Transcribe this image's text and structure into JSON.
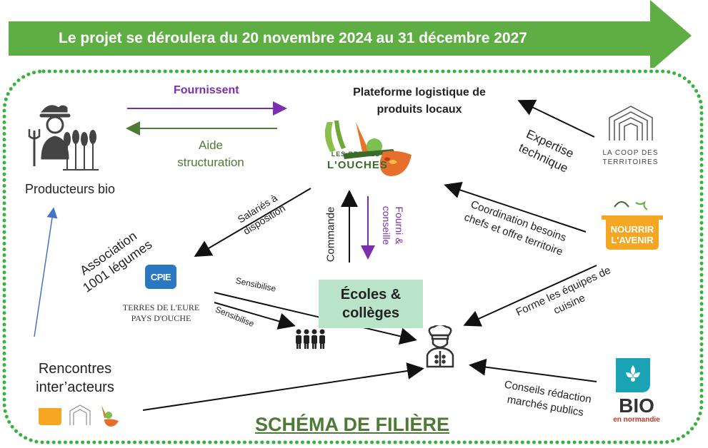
{
  "banner": {
    "text": "Le projet se déroulera du 20 novembre 2024 au 31 décembre 2027"
  },
  "nodes": {
    "producers": "Producteurs bio",
    "platform_line1": "Plateforme logistique de",
    "platform_line2": "produits locaux",
    "schools_line1": "Écoles &",
    "schools_line2": "collèges",
    "association_line1": "Association",
    "association_line2": "1001 légumes",
    "rencontres_line1": "Rencontres",
    "rencontres_line2": "inter’acteurs"
  },
  "flows": {
    "fournissent": "Fournissent",
    "aide_line1": "Aide",
    "aide_line2": "structuration",
    "expertise_line1": "Expertise",
    "expertise_line2": "technique",
    "salaries_line1": "Salariés à",
    "salaries_line2": "disposition",
    "commande": "Commande",
    "fourni_line1": "Fourni &",
    "fourni_line2": "conseille",
    "coordination_line1": "Coordination besoins",
    "coordination_line2": "chefs et offre  territoire",
    "forme_line1": "Forme les équipes de",
    "forme_line2": "cuisine",
    "sensibilise_1": "Sensibilise",
    "sensibilise_2": "Sensibilise",
    "conseils_line1": "Conseils rédaction",
    "conseils_line2": "marchés publics"
  },
  "logos": {
    "coop_line1": "LA COOP DES",
    "coop_line2": "TERRITOIRES",
    "cpie_mark": "CPIE",
    "cpie_line1": "TERRES DE L'EURE",
    "cpie_line2": "PAYS D'OUCHE",
    "petites_ouches_line1": "LES PETITES",
    "petites_ouches_line2": "L'OUCHES",
    "nourrir_line1": "NOURRIR",
    "nourrir_line2": "L'AVENIR",
    "bio_line1": "BIO",
    "bio_line2": "en normandie"
  },
  "footer": {
    "title": "SCHÉMA DE FILIÈRE"
  },
  "colors": {
    "banner": "#5fae44",
    "border_dots": "#35b33d",
    "purple": "#7b2fb0",
    "green_text": "#4d7a34",
    "schools_box": "#b9e4c9",
    "blue_arrow": "#4472c4"
  },
  "icons": [
    "farmer-icon",
    "children-icon",
    "chef-icon"
  ]
}
